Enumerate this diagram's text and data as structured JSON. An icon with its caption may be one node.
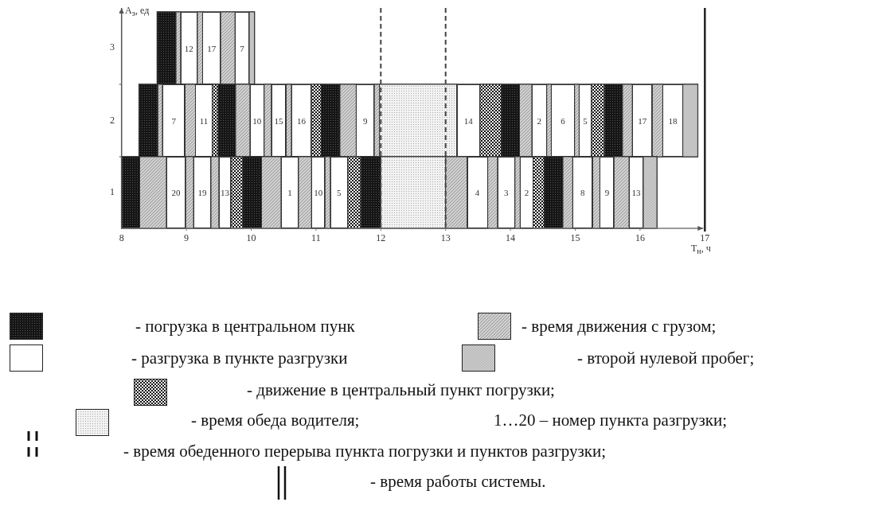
{
  "diagram": {
    "nodes": [
      {
        "text": [
          "12"
        ]
      },
      {
        "text": [
          "17"
        ]
      },
      {
        "text": [
          "7"
        ]
      },
      {
        "text": [
          "7"
        ]
      },
      {
        "text": [
          "11"
        ]
      },
      {
        "text": [
          "10"
        ]
      },
      {
        "text": [
          "15"
        ]
      },
      {
        "text": [
          "16"
        ]
      },
      {
        "text": [
          "9"
        ]
      },
      {
        "text": [
          "14"
        ]
      },
      {
        "text": [
          "2"
        ]
      },
      {
        "text": [
          "6"
        ]
      },
      {
        "text": [
          "5"
        ]
      },
      {
        "text": [
          "17"
        ]
      },
      {
        "text": [
          "18"
        ]
      },
      {
        "text": [
          "20"
        ]
      },
      {
        "text": [
          "19"
        ]
      },
      {
        "text": [
          "13"
        ]
      },
      {
        "text": [
          "1"
        ]
      },
      {
        "text": [
          "10"
        ]
      },
      {
        "text": [
          "5"
        ]
      },
      {
        "text": [
          "4"
        ]
      },
      {
        "text": [
          "3"
        ]
      },
      {
        "text": [
          "2"
        ]
      },
      {
        "text": [
          "8"
        ]
      },
      {
        "text": [
          "9"
        ]
      },
      {
        "text": [
          "13"
        ]
      }
    ],
    "edges": [],
    "labels": [
      "A$_{э}$, ед",
      "3",
      "2",
      "1",
      "8",
      "9",
      "10",
      "11",
      "12",
      "13",
      "14",
      "15",
      "16",
      "17",
      "T$_{н}$, ч",
      "1…20 – номер пункта разгрузки;"
    ],
    "legend": [
      {
        "text": "- погрузка в центральном пунк"
      },
      {
        "text": "- время движения с грузом;"
      },
      {
        "text": "- разгрузка в пункте разгрузки"
      },
      {
        "text": "- второй нулевой пробег;"
      },
      {
        "text": "- движение в центральный пункт погрузки;"
      },
      {
        "text": "- время обеда водителя;"
      },
      {
        "text": "- время обеденного перерыва пункта погрузки и пунктов разгрузки;"
      },
      {
        "text": "- время работы системы."
      }
    ]
  }
}
